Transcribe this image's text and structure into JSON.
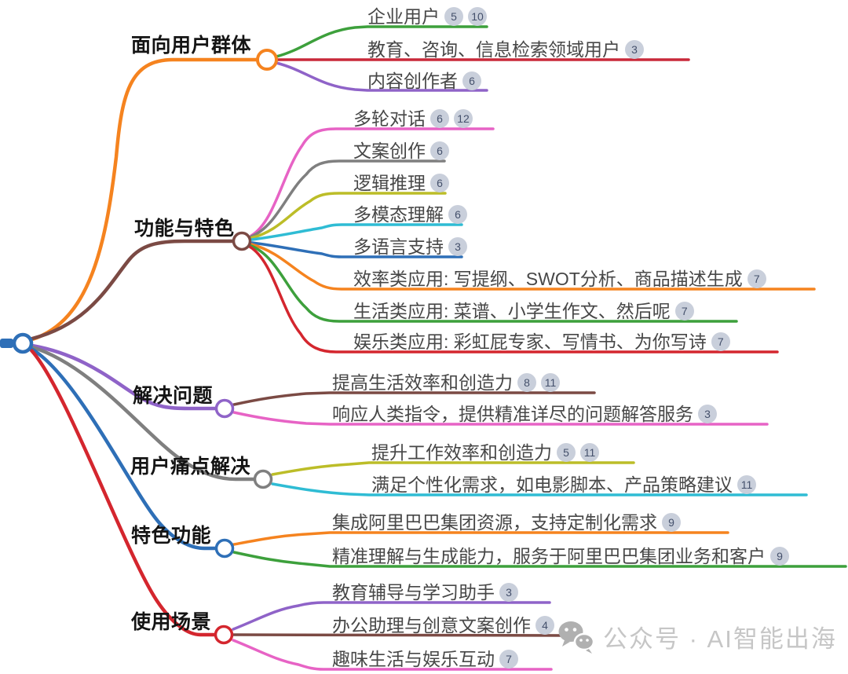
{
  "root": {
    "color": "#2e6fb7"
  },
  "badge_style": {
    "background": "#c9cfdb",
    "text_color": "#44506b"
  },
  "branches": [
    {
      "label": "面向用户群体",
      "color": "#f5831f",
      "children": [
        {
          "label": "企业用户",
          "badges": [
            "5",
            "10"
          ],
          "color": "#3da03c"
        },
        {
          "label": "教育、咨询、信息检索领域用户",
          "badges": [
            "3"
          ],
          "color": "#c9293a"
        },
        {
          "label": "内容创作者",
          "badges": [
            "6"
          ],
          "color": "#8f63c8"
        }
      ]
    },
    {
      "label": "功能与特色",
      "color": "#7b4a44",
      "children": [
        {
          "label": "多轮对话",
          "badges": [
            "6",
            "12"
          ],
          "color": "#e763c5"
        },
        {
          "label": "文案创作",
          "badges": [
            "6"
          ],
          "color": "#7f7f7f"
        },
        {
          "label": "逻辑推理",
          "badges": [
            "6"
          ],
          "color": "#bcbd28"
        },
        {
          "label": "多模态理解",
          "badges": [
            "6"
          ],
          "color": "#2fbcd4"
        },
        {
          "label": "多语言支持",
          "badges": [
            "3"
          ],
          "color": "#2e6fb7"
        },
        {
          "label": "效率类应用: 写提纲、SWOT分析、商品描述生成",
          "badges": [
            "7"
          ],
          "color": "#f5831f"
        },
        {
          "label": "生活类应用: 菜谱、小学生作文、然后呢",
          "badges": [
            "7"
          ],
          "color": "#3da03c"
        },
        {
          "label": "娱乐类应用: 彩虹屁专家、写情书、为你写诗",
          "badges": [
            "7"
          ],
          "color": "#d4262e"
        }
      ]
    },
    {
      "label": "解决问题",
      "color": "#8f63c8",
      "children": [
        {
          "label": "提高生活效率和创造力",
          "badges": [
            "8",
            "11"
          ],
          "color": "#7b4a44"
        },
        {
          "label": "响应人类指令，提供精准详尽的问题解答服务",
          "badges": [
            "3"
          ],
          "color": "#e763c5"
        }
      ]
    },
    {
      "label": "用户痛点解决",
      "color": "#7f7f7f",
      "children": [
        {
          "label": "提升工作效率和创造力",
          "badges": [
            "5",
            "11"
          ],
          "color": "#bcbd28"
        },
        {
          "label": "满足个性化需求，如电影脚本、产品策略建议",
          "badges": [
            "11"
          ],
          "color": "#2fbcd4"
        }
      ]
    },
    {
      "label": "特色功能",
      "color": "#2e6fb7",
      "children": [
        {
          "label": "集成阿里巴巴集团资源，支持定制化需求",
          "badges": [
            "9"
          ],
          "color": "#f5831f"
        },
        {
          "label": "精准理解与生成能力，服务于阿里巴巴集团业务和客户",
          "badges": [
            "9"
          ],
          "color": "#3da03c"
        }
      ]
    },
    {
      "label": "使用场景",
      "color": "#d4262e",
      "children": [
        {
          "label": "教育辅导与学习助手",
          "badges": [
            "3"
          ],
          "color": "#8f63c8"
        },
        {
          "label": "办公助理与创意文案创作",
          "badges": [
            "4"
          ],
          "color": "#7b4a44"
        },
        {
          "label": "趣味生活与娱乐互动",
          "badges": [
            "7"
          ],
          "color": "#e763c5"
        }
      ]
    }
  ],
  "watermark": {
    "text": "公众号 · AI智能出海",
    "icon": "wechat-icon"
  }
}
